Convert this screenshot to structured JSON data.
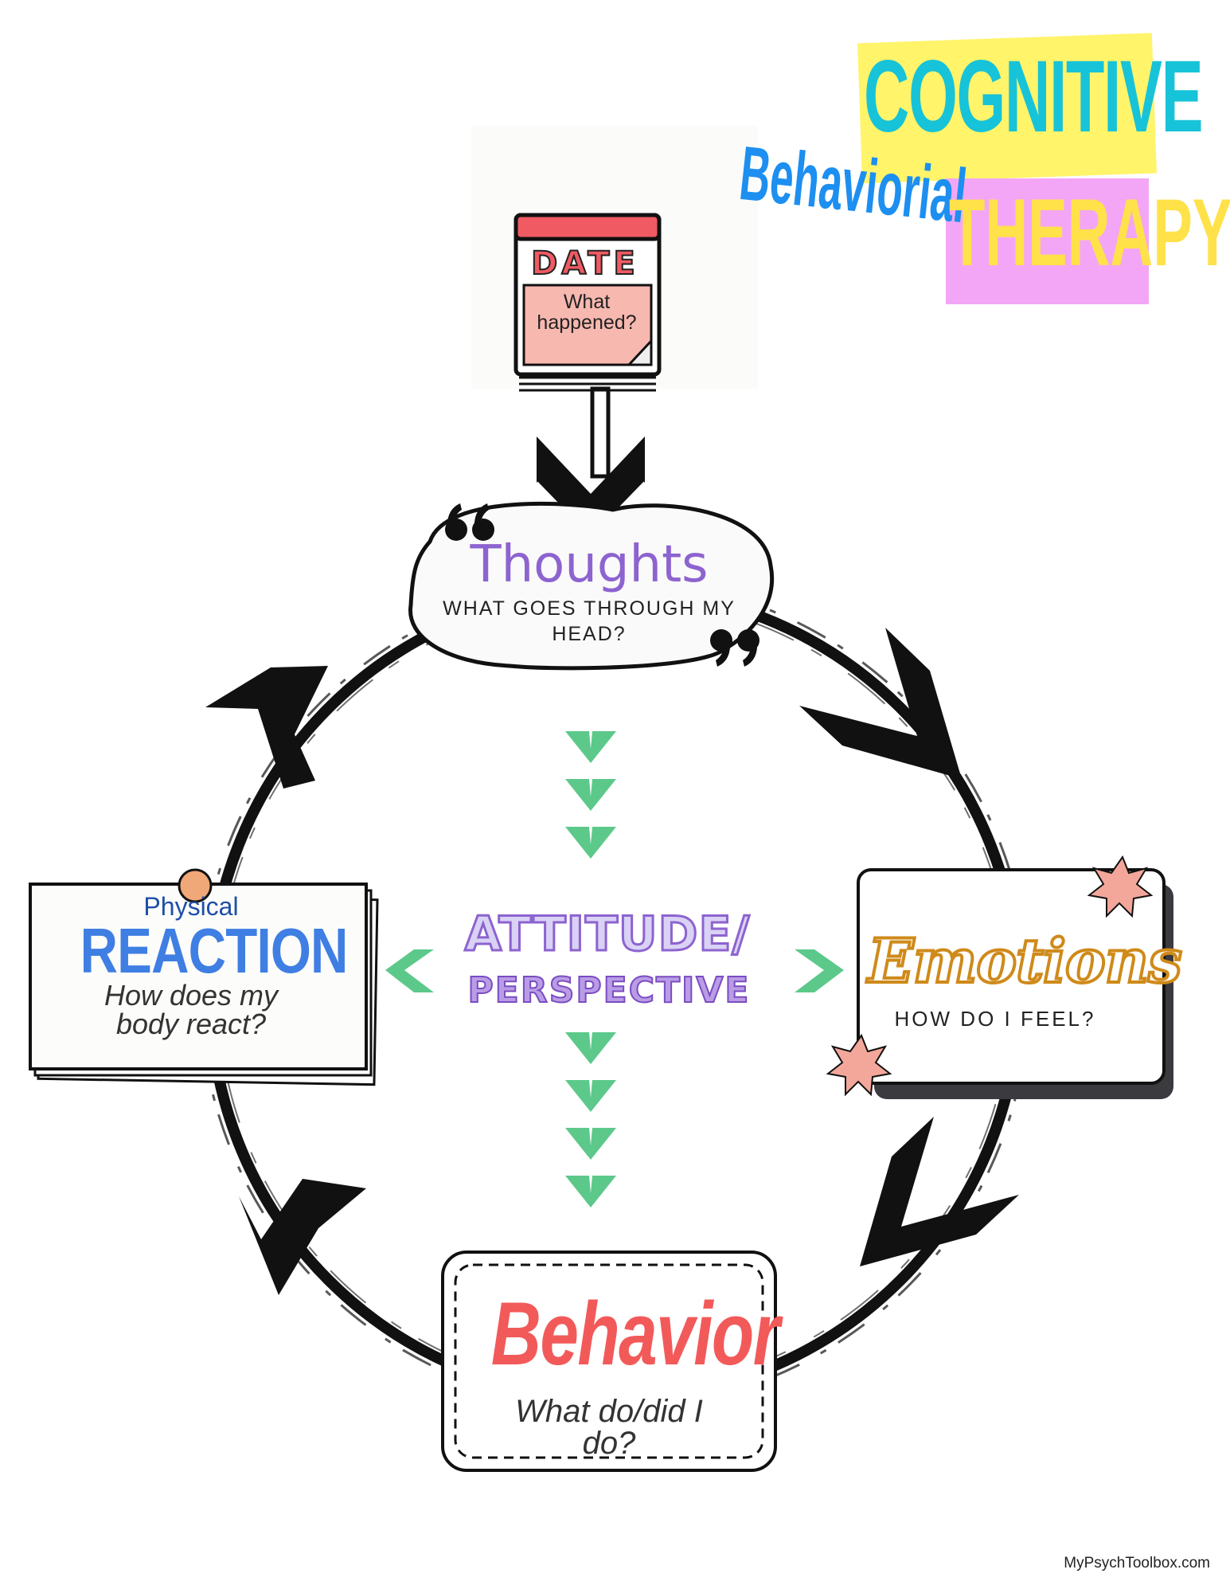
{
  "header": {
    "word_cognitive": "COGNITIVE",
    "word_behavioral": "Behaviorial",
    "word_therapy": "THERAPY"
  },
  "event_card": {
    "label": "DATE",
    "prompt_line1": "What",
    "prompt_line2": "happened?"
  },
  "thoughts": {
    "title": "Thoughts",
    "prompt_line1": "WHAT GOES THROUGH MY",
    "prompt_line2": "HEAD?"
  },
  "center": {
    "line1": "ATTITUDE/",
    "line2": "PERSPECTIVE"
  },
  "reaction": {
    "small": "Physical",
    "big": "REACTION",
    "prompt_line1": "How does my",
    "prompt_line2": "body react?"
  },
  "emotions": {
    "title": "Emotions",
    "prompt": "HOW DO I FEEL?"
  },
  "behavior": {
    "title": "Behavior",
    "prompt_line1": "What do/did I",
    "prompt_line2": "do?"
  },
  "footer": {
    "credit": "MyPsychToolbox.com"
  },
  "colors": {
    "cognitive": "#17c3d8",
    "behavioral": "#1d8ff0",
    "therapy": "#ffe14a",
    "highlight_yellow": "#fff46a",
    "highlight_pink": "#f3a6f5",
    "thoughts": "#8d63d0",
    "chevron_green": "#5cc98a",
    "reaction": "#3f7ee3",
    "emotions": "#cf8a1a",
    "behavior": "#f25a5a",
    "date_red": "#f05a63"
  }
}
